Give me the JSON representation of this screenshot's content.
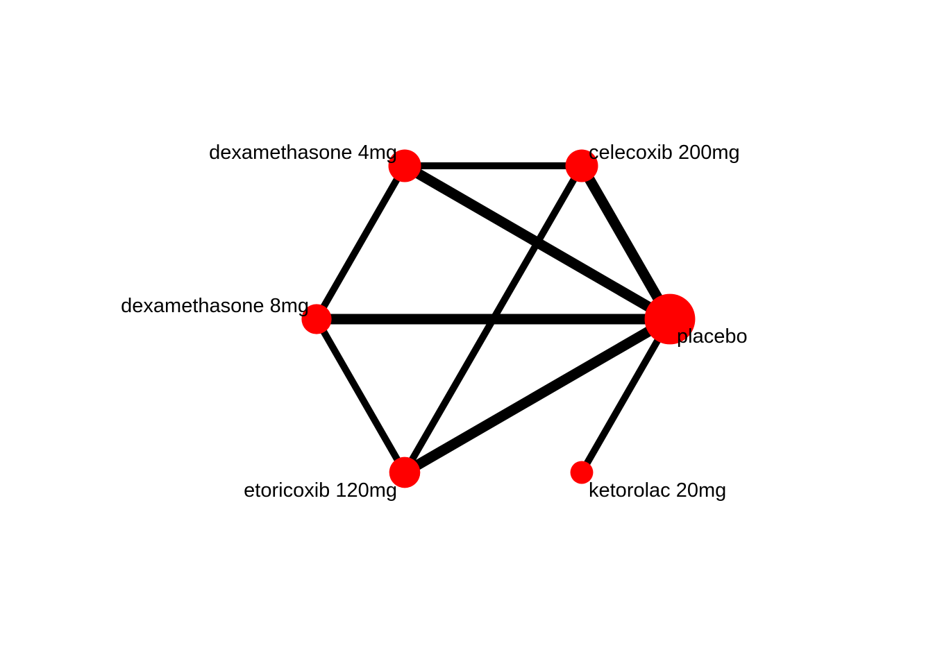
{
  "network": {
    "node_color": "#ff0000",
    "edge_color": "#000000",
    "nodes": [
      {
        "id": "dex4",
        "label": "dexamethasone 4mg",
        "relative_size": 1.0
      },
      {
        "id": "cele200",
        "label": "celecoxib 200mg",
        "relative_size": 1.0
      },
      {
        "id": "placebo",
        "label": "placebo",
        "relative_size": 1.55
      },
      {
        "id": "ketorolac20",
        "label": "ketorolac 20mg",
        "relative_size": 0.7
      },
      {
        "id": "etori120",
        "label": "etoricoxib 120mg",
        "relative_size": 0.95
      },
      {
        "id": "dex8",
        "label": "dexamethasone 8mg",
        "relative_size": 0.92
      }
    ],
    "edges": [
      {
        "from": "dex4",
        "to": "cele200",
        "relative_weight": 1
      },
      {
        "from": "dex4",
        "to": "placebo",
        "relative_weight": 2
      },
      {
        "from": "dex4",
        "to": "dex8",
        "relative_weight": 1
      },
      {
        "from": "cele200",
        "to": "placebo",
        "relative_weight": 2
      },
      {
        "from": "cele200",
        "to": "etori120",
        "relative_weight": 1
      },
      {
        "from": "dex8",
        "to": "placebo",
        "relative_weight": 2
      },
      {
        "from": "dex8",
        "to": "etori120",
        "relative_weight": 1
      },
      {
        "from": "etori120",
        "to": "placebo",
        "relative_weight": 2
      },
      {
        "from": "ketorolac20",
        "to": "placebo",
        "relative_weight": 1
      }
    ]
  }
}
